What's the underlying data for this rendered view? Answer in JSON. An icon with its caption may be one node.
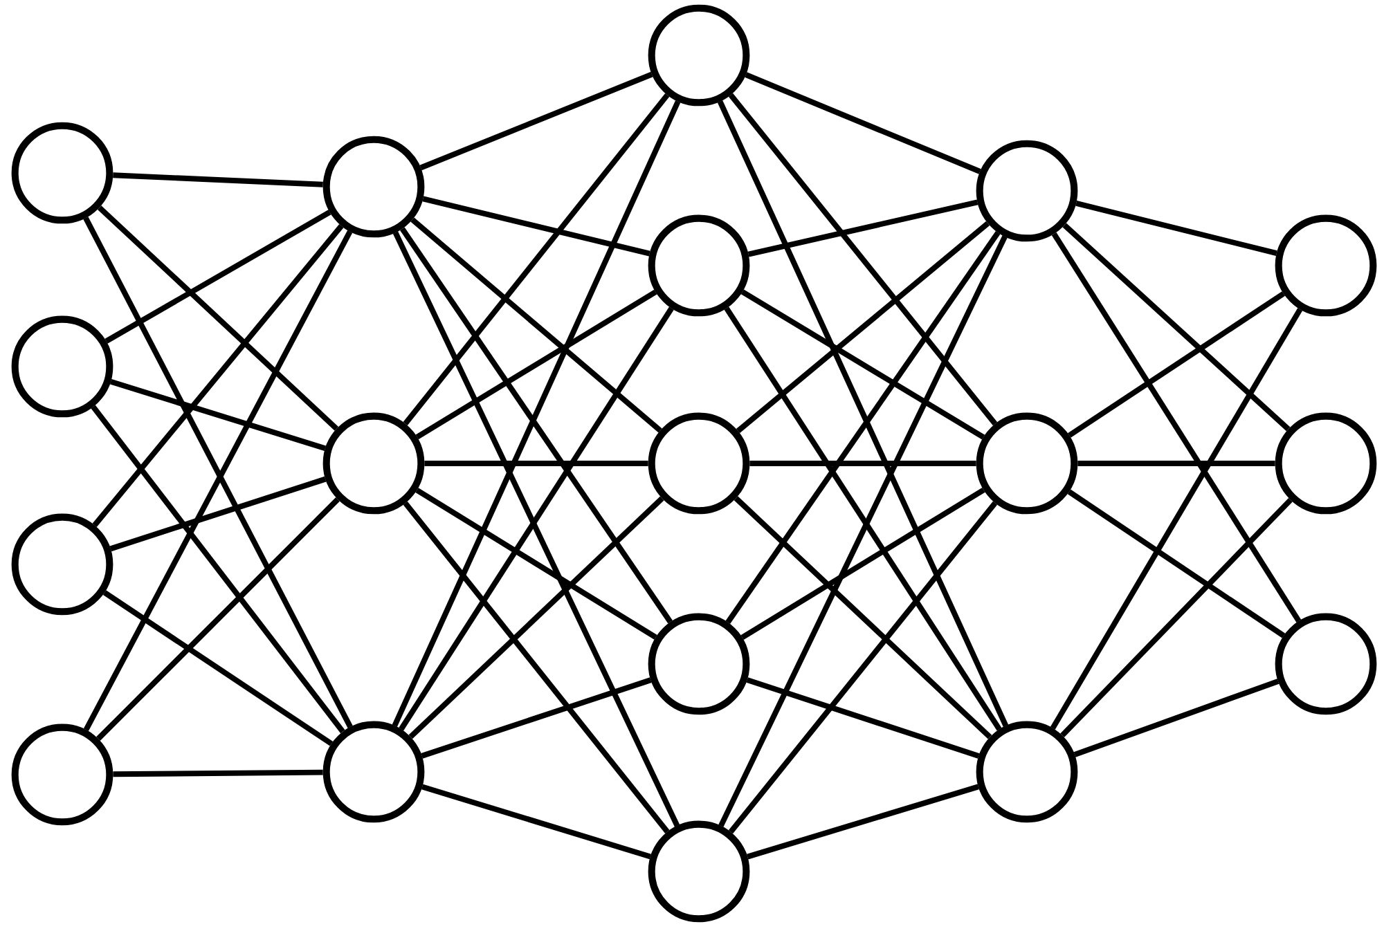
{
  "diagram": {
    "nodes": [
      {
        "text": [],
        "shape": "circle"
      },
      {
        "text": [],
        "shape": "circle"
      },
      {
        "text": [],
        "shape": "circle"
      },
      {
        "text": [],
        "shape": "circle"
      },
      {
        "text": [],
        "shape": "circle"
      },
      {
        "text": [],
        "shape": "circle"
      },
      {
        "text": [],
        "shape": "circle"
      },
      {
        "text": [],
        "shape": "circle"
      },
      {
        "text": [],
        "shape": "circle"
      },
      {
        "text": [],
        "shape": "circle"
      },
      {
        "text": [],
        "shape": "circle"
      },
      {
        "text": [],
        "shape": "circle"
      },
      {
        "text": [],
        "shape": "circle"
      },
      {
        "text": [],
        "shape": "circle"
      },
      {
        "text": [],
        "shape": "circle"
      },
      {
        "text": [],
        "shape": "circle"
      },
      {
        "text": [],
        "shape": "circle"
      },
      {
        "text": [],
        "shape": "circle"
      }
    ],
    "edges": [
      {
        "from": 0,
        "to": 4,
        "arrow": "none"
      },
      {
        "from": 0,
        "to": 5,
        "arrow": "none"
      },
      {
        "from": 0,
        "to": 6,
        "arrow": "none"
      },
      {
        "from": 1,
        "to": 4,
        "arrow": "none"
      },
      {
        "from": 1,
        "to": 5,
        "arrow": "none"
      },
      {
        "from": 1,
        "to": 6,
        "arrow": "none"
      },
      {
        "from": 2,
        "to": 4,
        "arrow": "none"
      },
      {
        "from": 2,
        "to": 5,
        "arrow": "none"
      },
      {
        "from": 2,
        "to": 6,
        "arrow": "none"
      },
      {
        "from": 3,
        "to": 4,
        "arrow": "none"
      },
      {
        "from": 3,
        "to": 5,
        "arrow": "none"
      },
      {
        "from": 3,
        "to": 6,
        "arrow": "none"
      },
      {
        "from": 4,
        "to": 7,
        "arrow": "none"
      },
      {
        "from": 4,
        "to": 8,
        "arrow": "none"
      },
      {
        "from": 4,
        "to": 9,
        "arrow": "none"
      },
      {
        "from": 4,
        "to": 10,
        "arrow": "none"
      },
      {
        "from": 4,
        "to": 11,
        "arrow": "none"
      },
      {
        "from": 5,
        "to": 7,
        "arrow": "none"
      },
      {
        "from": 5,
        "to": 8,
        "arrow": "none"
      },
      {
        "from": 5,
        "to": 9,
        "arrow": "none"
      },
      {
        "from": 5,
        "to": 10,
        "arrow": "none"
      },
      {
        "from": 5,
        "to": 11,
        "arrow": "none"
      },
      {
        "from": 6,
        "to": 7,
        "arrow": "none"
      },
      {
        "from": 6,
        "to": 8,
        "arrow": "none"
      },
      {
        "from": 6,
        "to": 9,
        "arrow": "none"
      },
      {
        "from": 6,
        "to": 10,
        "arrow": "none"
      },
      {
        "from": 6,
        "to": 11,
        "arrow": "none"
      },
      {
        "from": 7,
        "to": 12,
        "arrow": "none"
      },
      {
        "from": 7,
        "to": 13,
        "arrow": "none"
      },
      {
        "from": 7,
        "to": 14,
        "arrow": "none"
      },
      {
        "from": 8,
        "to": 12,
        "arrow": "none"
      },
      {
        "from": 8,
        "to": 13,
        "arrow": "none"
      },
      {
        "from": 8,
        "to": 14,
        "arrow": "none"
      },
      {
        "from": 9,
        "to": 12,
        "arrow": "none"
      },
      {
        "from": 9,
        "to": 13,
        "arrow": "none"
      },
      {
        "from": 9,
        "to": 14,
        "arrow": "none"
      },
      {
        "from": 10,
        "to": 12,
        "arrow": "none"
      },
      {
        "from": 10,
        "to": 13,
        "arrow": "none"
      },
      {
        "from": 10,
        "to": 14,
        "arrow": "none"
      },
      {
        "from": 11,
        "to": 12,
        "arrow": "none"
      },
      {
        "from": 11,
        "to": 13,
        "arrow": "none"
      },
      {
        "from": 11,
        "to": 14,
        "arrow": "none"
      },
      {
        "from": 12,
        "to": 15,
        "arrow": "none"
      },
      {
        "from": 12,
        "to": 16,
        "arrow": "none"
      },
      {
        "from": 12,
        "to": 17,
        "arrow": "none"
      },
      {
        "from": 13,
        "to": 15,
        "arrow": "none"
      },
      {
        "from": 13,
        "to": 16,
        "arrow": "none"
      },
      {
        "from": 13,
        "to": 17,
        "arrow": "none"
      },
      {
        "from": 14,
        "to": 15,
        "arrow": "none"
      },
      {
        "from": 14,
        "to": 16,
        "arrow": "none"
      },
      {
        "from": 14,
        "to": 17,
        "arrow": "none"
      }
    ]
  }
}
